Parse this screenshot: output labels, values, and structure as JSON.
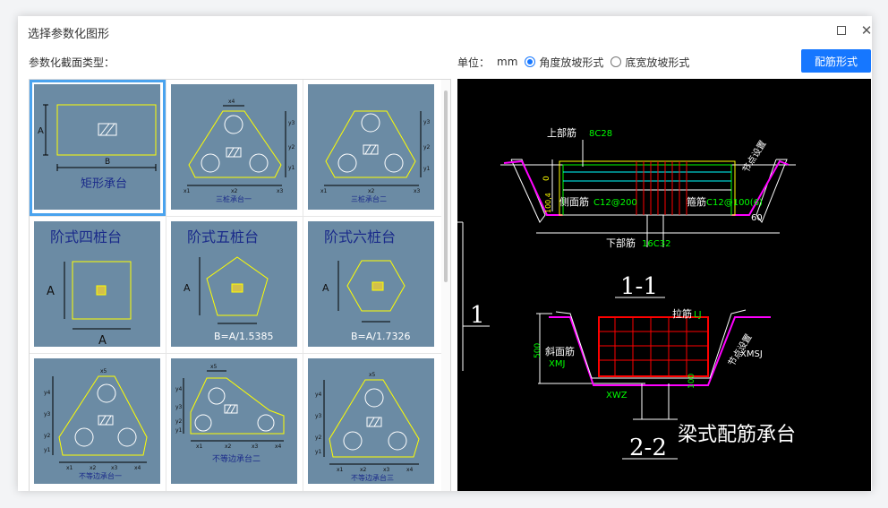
{
  "dialog": {
    "title": "选择参数化图形",
    "section_label": "参数化截面类型：",
    "unit_label": "单位：",
    "unit_value": "mm",
    "radio_options": [
      {
        "label": "角度放坡形式",
        "checked": true
      },
      {
        "label": "底宽放坡形式",
        "checked": false
      }
    ],
    "rebar_button": "配筋形式"
  },
  "gallery": {
    "items": [
      {
        "caption": "矩形承台",
        "dim_a": "A",
        "dim_b": "B",
        "selected": true
      },
      {
        "caption": "三桩承台一",
        "dims": [
          "x4",
          "y3",
          "y2",
          "y1",
          "x1",
          "x2",
          "x3"
        ]
      },
      {
        "caption": "三桩承台二",
        "dims": [
          "y3",
          "y2",
          "y1",
          "x1",
          "x2",
          "x3"
        ]
      },
      {
        "title": "阶式四桩台",
        "dim_v": "A",
        "dim_h": "A"
      },
      {
        "title": "阶式五桩台",
        "dim_v": "A",
        "formula": "B=A/1.5385"
      },
      {
        "title": "阶式六桩台",
        "dim_v": "A",
        "formula": "B=A/1.7326"
      },
      {
        "caption": "不等边承台一",
        "dims": [
          "x5",
          "y4",
          "y3",
          "y2",
          "y1",
          "x1",
          "x2",
          "x3",
          "x4"
        ]
      },
      {
        "caption": "不等边承台二",
        "dims": [
          "x5",
          "y4",
          "y3",
          "y2",
          "y1",
          "x1",
          "x2",
          "x3",
          "x4"
        ]
      },
      {
        "caption": "不等边承台三",
        "dims": [
          "x5",
          "y4",
          "y3",
          "y2",
          "y1",
          "x1",
          "x2",
          "x3",
          "x4"
        ]
      }
    ]
  },
  "preview": {
    "title": "梁式配筋承台",
    "section_1": "1-1",
    "section_2": "2-2",
    "marker": "1",
    "top_bar_label": "上部筋",
    "top_bar_value": "8C28",
    "side_bar_label": "侧面筋",
    "side_bar_value": "C12@200",
    "stirrup_label": "箍筋",
    "stirrup_value": "C12@100(6)",
    "bottom_bar_label": "下部筋",
    "bottom_bar_value": "16C32",
    "tie_bar_label": "拉筋",
    "tie_bar_value": "LJ",
    "slope_bar_label": "斜面筋",
    "slope_bar_value": "XMJ",
    "node_note": "节点设置",
    "angle": "60",
    "dim_0": "0",
    "dim_side": "100,4",
    "dim_500": "500",
    "dim_100": "100",
    "xwz": "XWZ",
    "xmsj": "XMSJ",
    "colors": {
      "yellow": "#ffff00",
      "magenta": "#ff00ff",
      "green": "#00ff00",
      "red": "#ff0000",
      "cyan": "#00ffff",
      "white": "#ffffff"
    }
  }
}
